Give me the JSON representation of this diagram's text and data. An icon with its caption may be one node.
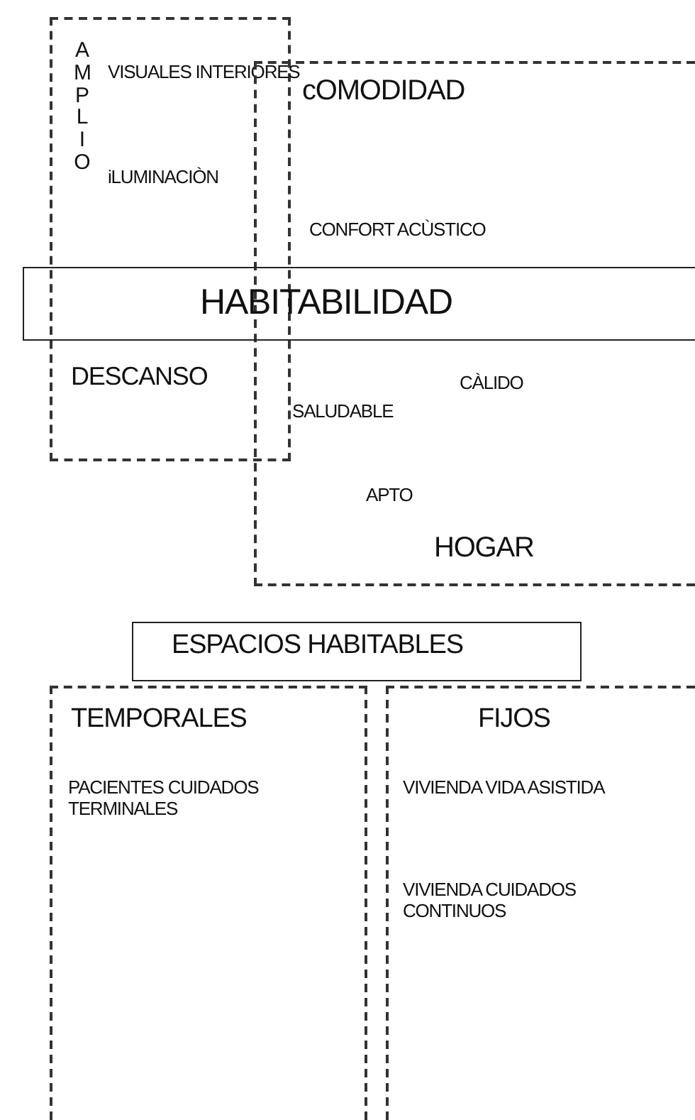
{
  "diagram": {
    "nodes": [
      {
        "text": [
          "AMPLIO",
          "VISUALES INTERIORES",
          "iLUMINACIÒN",
          "DESCANSO"
        ]
      },
      {
        "text": [
          "cOMODIDAD",
          "CONFORT ACÙSTICO",
          "SALUDABLE",
          "CÀLIDO",
          "APTO",
          "HOGAR"
        ]
      },
      {
        "text": [
          "HABITABILIDAD"
        ]
      },
      {
        "text": [
          "ESPACIOS HABITABLES"
        ]
      },
      {
        "text": [
          "TEMPORALES",
          "PACIENTES CUIDADOS TERMINALES"
        ]
      },
      {
        "text": [
          "FIJOS",
          "VIVIENDA VIDA ASISTIDA",
          "VIVIENDA CUIDADOS CONTINUOS"
        ]
      }
    ]
  }
}
